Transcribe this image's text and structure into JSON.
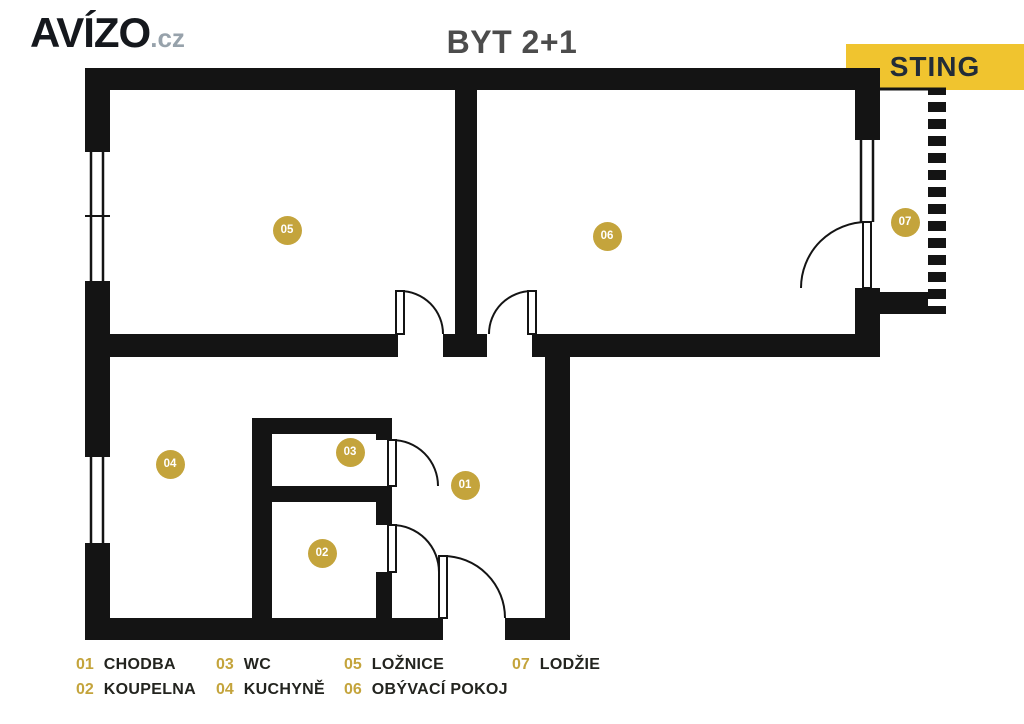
{
  "header": {
    "logo_text": "AVÍZO",
    "logo_suffix": ".cz",
    "title": "BYT 2+1",
    "brand": "STING"
  },
  "rooms": [
    {
      "number": "01",
      "label": "CHODBA"
    },
    {
      "number": "02",
      "label": "KOUPELNA"
    },
    {
      "number": "03",
      "label": "WC"
    },
    {
      "number": "04",
      "label": "KUCHYNĚ"
    },
    {
      "number": "05",
      "label": "LOŽNICE"
    },
    {
      "number": "06",
      "label": "OBÝVACÍ POKOJ"
    },
    {
      "number": "07",
      "label": "LODŽIE"
    }
  ],
  "colors": {
    "accent": "#c4a43c",
    "brand_bg": "#f0c42f",
    "wall": "#141414"
  }
}
